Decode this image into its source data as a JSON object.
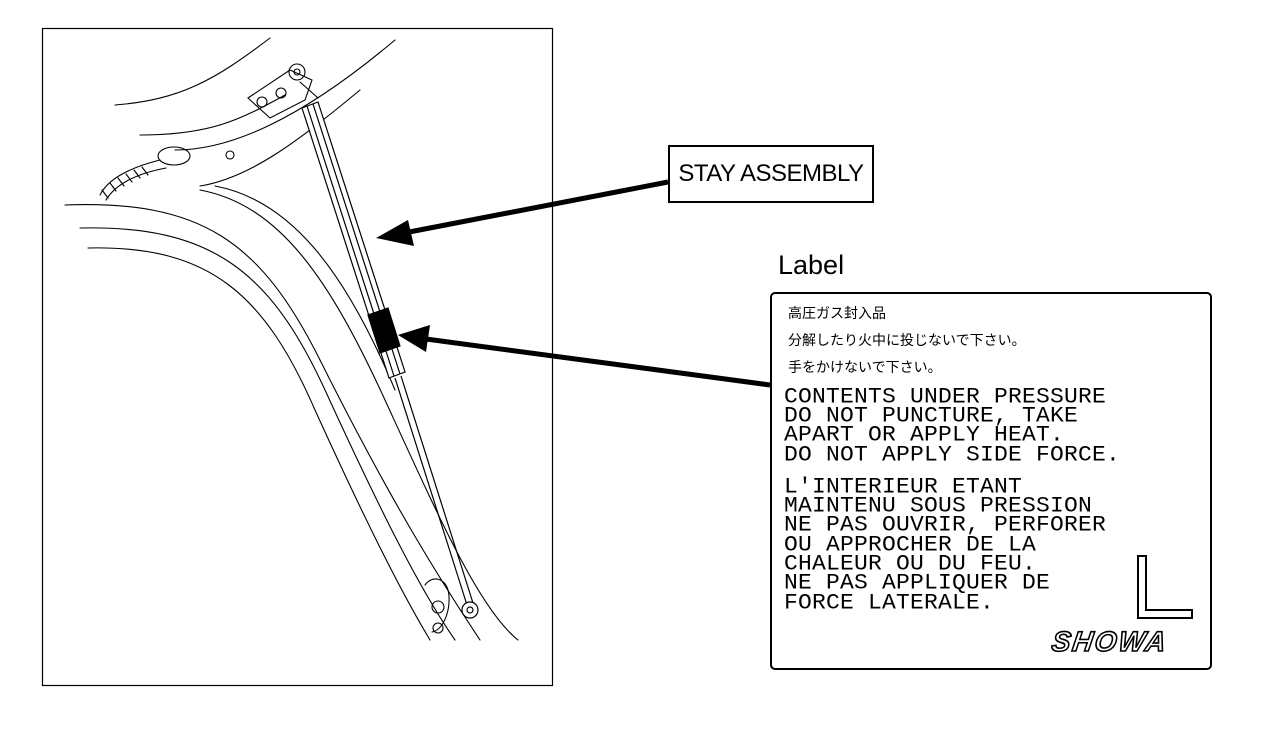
{
  "callout": {
    "text": "STAY ASSEMBLY"
  },
  "label": {
    "title": "Label",
    "japanese_lines": [
      "高圧ガス封入品",
      "分解したり火中に投じないで下さい。",
      "手をかけないで下さい。"
    ],
    "english_lines": [
      "CONTENTS UNDER PRESSURE",
      "DO NOT PUNCTURE, TAKE",
      "APART OR APPLY HEAT.",
      "DO NOT APPLY SIDE FORCE."
    ],
    "french_lines": [
      "L'INTERIEUR ETANT",
      "MAINTENU SOUS PRESSION",
      "NE PAS OUVRIR, PERFORER",
      "OU APPROCHER DE LA",
      "CHALEUR OU DU FEU.",
      "NE PAS APPLIQUER DE",
      "FORCE LATERALE."
    ],
    "side_mark": "L",
    "brand": "SHOWA"
  },
  "icons": [
    "stay-assembly-illustration",
    "callout-arrow",
    "label-arrow"
  ]
}
